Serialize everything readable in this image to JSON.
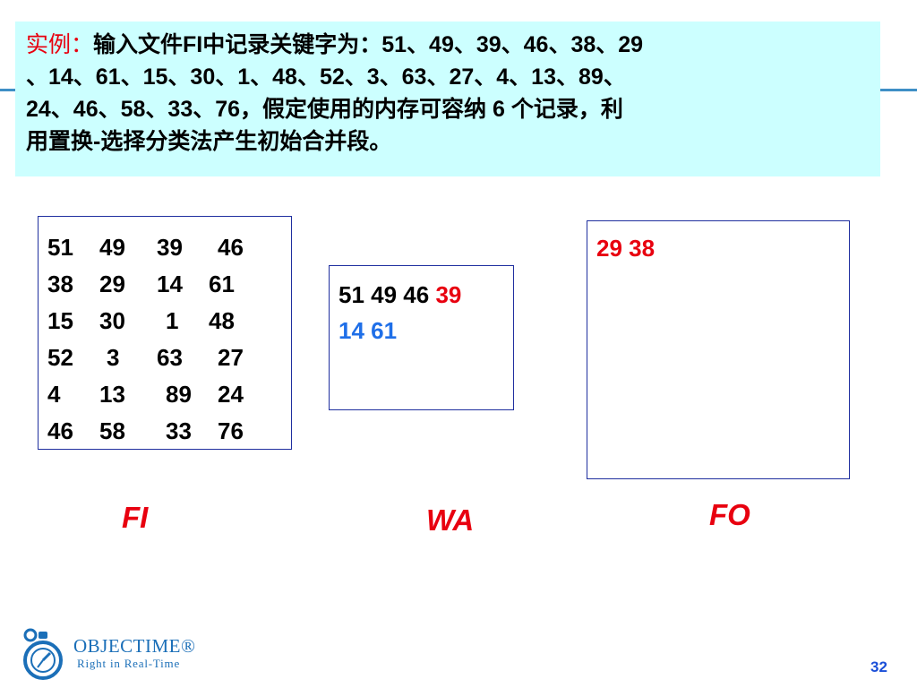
{
  "example": {
    "lead": "实例：",
    "line1": "输入文件FI中记录关键字为：51、49、39、46、38、29",
    "line2": "、14、61、15、30、1、48、52、3、63、27、4、13、89、",
    "line3": "24、46、58、33、76，假定使用的内存可容纳 6 个记录，利",
    "line4": "用置换-选择分类法产生初始合并段。"
  },
  "fi": {
    "label": "FI",
    "rows": [
      [
        "51",
        "49",
        "39",
        "46"
      ],
      [
        "38",
        "29",
        "14",
        "61"
      ],
      [
        "15",
        "30",
        "1",
        "48"
      ],
      [
        "52",
        "3",
        "63",
        "27"
      ],
      [
        "4",
        "13",
        "89",
        "24"
      ],
      [
        "46",
        "58",
        "33",
        "76"
      ]
    ]
  },
  "wa": {
    "label": "WA",
    "line1_black": "51 49 46",
    "line1_red": "39",
    "line2_blue": "14 61"
  },
  "fo": {
    "label": "FO",
    "content": "29 38"
  },
  "logo": {
    "name": "OBJECTIME®",
    "tagline": "Right in Real-Time"
  },
  "page_number": "32",
  "colors": {
    "accent_red": "#e8000f",
    "accent_blue": "#1f6fe8",
    "example_bg": "#ccffff",
    "border": "#1f2f9f"
  }
}
